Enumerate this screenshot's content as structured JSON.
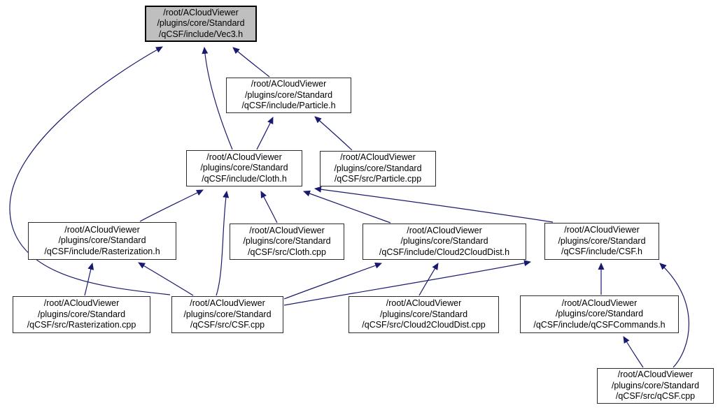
{
  "diagram": {
    "kind": "include-dependency-graph",
    "root_file": "/root/ACloudViewer/plugins/core/Standard/qCSF/include/Vec3.h",
    "colors": {
      "edge": "#191970",
      "root_node_fill": "#bfbfbf",
      "node_fill": "#ffffff",
      "node_border": "#2c2c2c",
      "text": "#000000",
      "background": "#ffffff"
    },
    "nodes": [
      {
        "id": "vec3-h",
        "lines": [
          "/root/ACloudViewer",
          "/plugins/core/Standard",
          "/qCSF/include/Vec3.h"
        ]
      },
      {
        "id": "particle-h",
        "lines": [
          "/root/ACloudViewer",
          "/plugins/core/Standard",
          "/qCSF/include/Particle.h"
        ]
      },
      {
        "id": "cloth-h",
        "lines": [
          "/root/ACloudViewer",
          "/plugins/core/Standard",
          "/qCSF/include/Cloth.h"
        ]
      },
      {
        "id": "particle-cpp",
        "lines": [
          "/root/ACloudViewer",
          "/plugins/core/Standard",
          "/qCSF/src/Particle.cpp"
        ]
      },
      {
        "id": "rasterization-h",
        "lines": [
          "/root/ACloudViewer",
          "/plugins/core/Standard",
          "/qCSF/include/Rasterization.h"
        ]
      },
      {
        "id": "cloth-cpp",
        "lines": [
          "/root/ACloudViewer",
          "/plugins/core/Standard",
          "/qCSF/src/Cloth.cpp"
        ]
      },
      {
        "id": "cloud2clouddist-h",
        "lines": [
          "/root/ACloudViewer",
          "/plugins/core/Standard",
          "/qCSF/include/Cloud2CloudDist.h"
        ]
      },
      {
        "id": "csf-h",
        "lines": [
          "/root/ACloudViewer",
          "/plugins/core/Standard",
          "/qCSF/include/CSF.h"
        ]
      },
      {
        "id": "rasterization-cpp",
        "lines": [
          "/root/ACloudViewer",
          "/plugins/core/Standard",
          "/qCSF/src/Rasterization.cpp"
        ]
      },
      {
        "id": "csf-cpp",
        "lines": [
          "/root/ACloudViewer",
          "/plugins/core/Standard",
          "/qCSF/src/CSF.cpp"
        ]
      },
      {
        "id": "cloud2clouddist-cpp",
        "lines": [
          "/root/ACloudViewer",
          "/plugins/core/Standard",
          "/qCSF/src/Cloud2CloudDist.cpp"
        ]
      },
      {
        "id": "qcsfcommands-h",
        "lines": [
          "/root/ACloudViewer",
          "/plugins/core/Standard",
          "/qCSF/include/qCSFCommands.h"
        ]
      },
      {
        "id": "qcsf-cpp",
        "lines": [
          "/root/ACloudViewer",
          "/plugins/core/Standard",
          "/qCSF/src/qCSF.cpp"
        ]
      }
    ],
    "edges": [
      {
        "from": "particle-h",
        "to": "vec3-h"
      },
      {
        "from": "cloth-h",
        "to": "vec3-h"
      },
      {
        "from": "csf-cpp",
        "to": "vec3-h"
      },
      {
        "from": "cloth-h",
        "to": "particle-h"
      },
      {
        "from": "particle-cpp",
        "to": "particle-h"
      },
      {
        "from": "rasterization-h",
        "to": "cloth-h"
      },
      {
        "from": "cloth-cpp",
        "to": "cloth-h"
      },
      {
        "from": "csf-cpp",
        "to": "cloth-h"
      },
      {
        "from": "cloud2clouddist-h",
        "to": "cloth-h"
      },
      {
        "from": "csf-h",
        "to": "cloth-h"
      },
      {
        "from": "rasterization-cpp",
        "to": "rasterization-h"
      },
      {
        "from": "csf-cpp",
        "to": "rasterization-h"
      },
      {
        "from": "csf-cpp",
        "to": "cloud2clouddist-h"
      },
      {
        "from": "cloud2clouddist-cpp",
        "to": "cloud2clouddist-h"
      },
      {
        "from": "csf-cpp",
        "to": "csf-h"
      },
      {
        "from": "qcsfcommands-h",
        "to": "csf-h"
      },
      {
        "from": "qcsf-cpp",
        "to": "csf-h"
      },
      {
        "from": "qcsf-cpp",
        "to": "qcsfcommands-h"
      }
    ]
  }
}
